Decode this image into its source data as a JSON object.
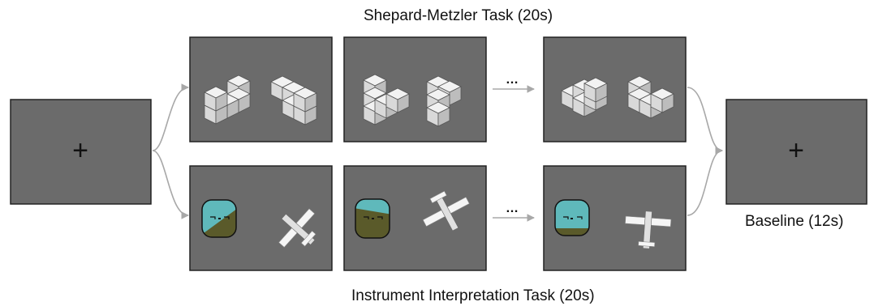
{
  "labels": {
    "shepard_metzler": "Shepard-Metzler Task (20s)",
    "instrument": "Instrument Interpretation Task (20s)",
    "baseline": "Baseline (12s)"
  },
  "fixation_symbol": "+",
  "ellipsis": "…",
  "colors": {
    "screen": "#6b6b6b",
    "screen_border": "#222222",
    "arrow": "#a8a8a8",
    "cube_top": "#f2f2f2",
    "cube_left": "#d9d9d9",
    "cube_right": "#bdbdbd",
    "sky": "#5fb9bb",
    "ground": "#5a5a2a",
    "plane": "#f5f5f5"
  }
}
